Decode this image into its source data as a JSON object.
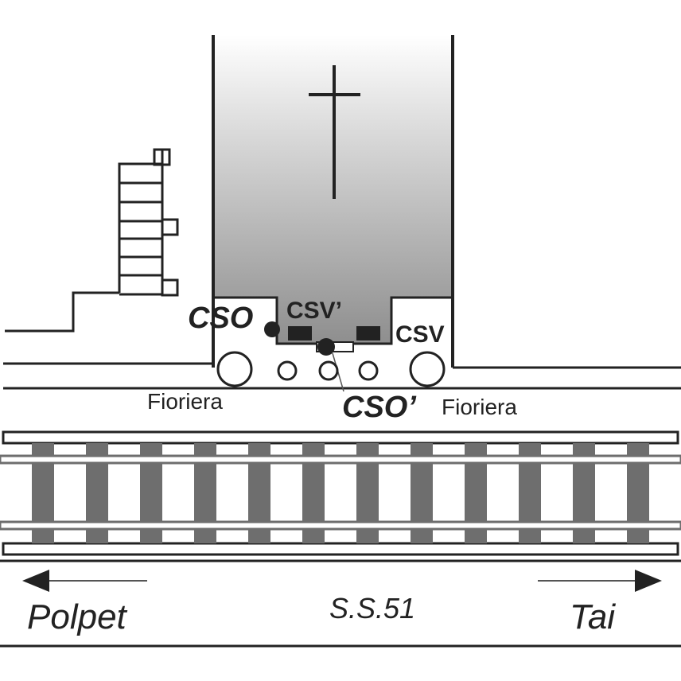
{
  "labels": {
    "cso": "CSO",
    "csv_prime": "CSV’",
    "csv": "CSV",
    "cso_prime": "CSO’",
    "fioriera_left": "Fioriera",
    "fioriera_right": "Fioriera",
    "road_name": "S.S.51",
    "direction_left": "Polpet",
    "direction_right": "Tai"
  },
  "colors": {
    "line": "#222222",
    "rail_sleeper": "#6e6e6e",
    "church_top": "#dcdcdc",
    "church_bottom": "#8c8c8c",
    "text": "#222222"
  },
  "icons": {
    "church_symbol": "latin-cross-icon",
    "arrow_left": "arrow-left-icon",
    "arrow_right": "arrow-right-icon"
  }
}
